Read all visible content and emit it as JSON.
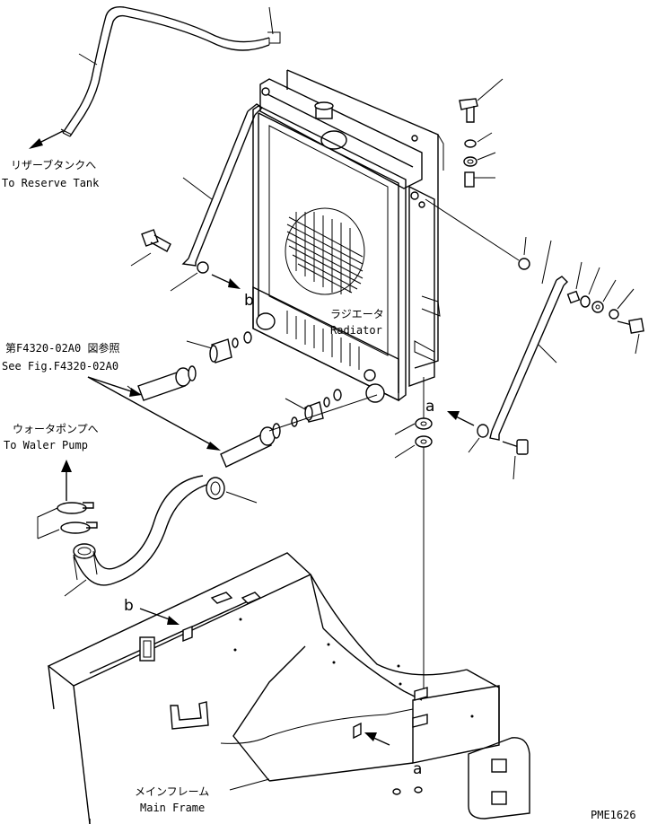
{
  "labels": {
    "reserve_tank_jp": "リザーブタンクへ",
    "reserve_tank_en": "To Reserve Tank",
    "radiator_jp": "ラジエータ",
    "radiator_en": "Radiator",
    "see_fig_jp": "第F4320-02A0 図参照",
    "see_fig_en": "See Fig.F4320-02A0",
    "water_pump_jp": "ウォータポンプへ",
    "water_pump_en": "To Waler Pump",
    "main_frame_jp": "メインフレーム",
    "main_frame_en": "Main Frame",
    "figure_code": "PME1626"
  },
  "reference_marks": {
    "a": "a",
    "b": "b"
  }
}
